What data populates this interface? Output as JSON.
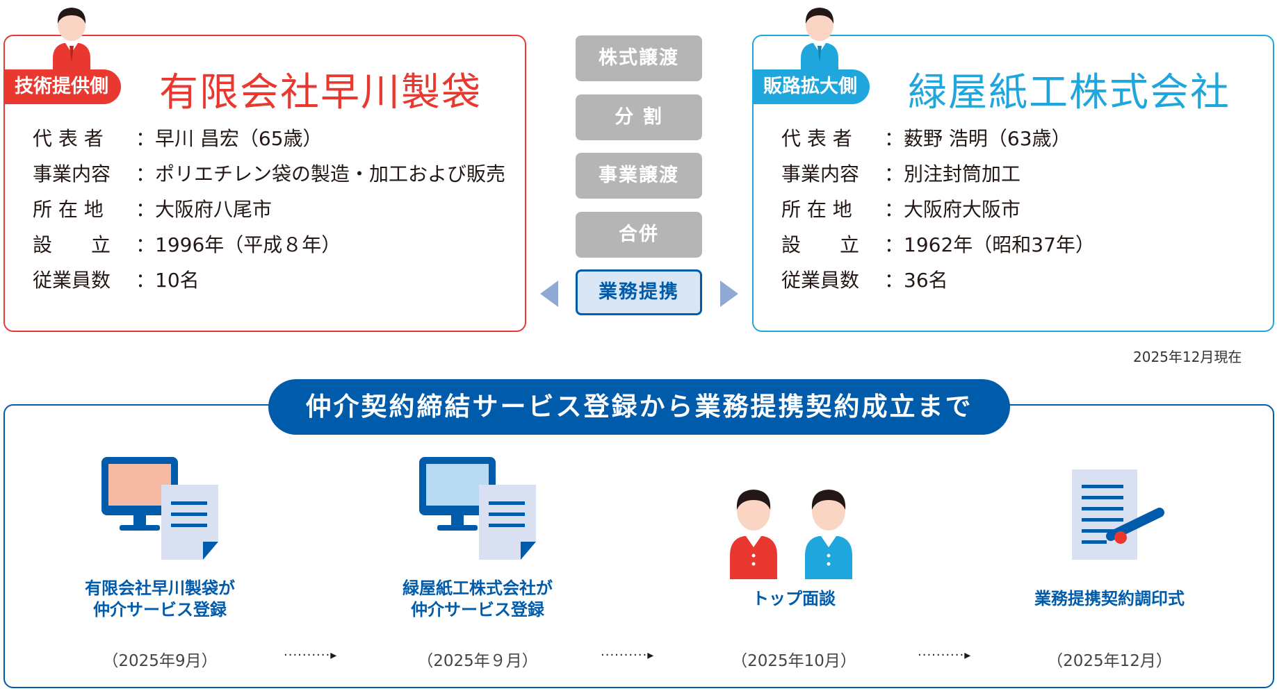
{
  "left_company": {
    "role": "技術提供側",
    "name": "有限会社早川製袋",
    "rows": [
      {
        "label": "代 表 者",
        "value": "早川 昌宏（65歳）"
      },
      {
        "label": "事業内容",
        "value": "ポリエチレン袋の製造・加工および販売"
      },
      {
        "label": "所 在 地",
        "value": "大阪府八尾市"
      },
      {
        "label": "設　　立",
        "value": "1996年（平成８年）"
      },
      {
        "label": "従業員数",
        "value": "10名"
      }
    ]
  },
  "right_company": {
    "role": "販路拡大側",
    "name": "緑屋紙工株式会社",
    "rows": [
      {
        "label": "代 表 者",
        "value": "薮野 浩明（63歳）"
      },
      {
        "label": "事業内容",
        "value": "別注封筒加工"
      },
      {
        "label": "所 在 地",
        "value": "大阪府大阪市"
      },
      {
        "label": "設　　立",
        "value": "1962年（昭和37年）"
      },
      {
        "label": "従業員数",
        "value": "36名"
      }
    ]
  },
  "separator": "：",
  "schemes": [
    {
      "label": "株式譲渡",
      "active": false
    },
    {
      "label": "分 割",
      "active": false
    },
    {
      "label": "事業譲渡",
      "active": false
    },
    {
      "label": "合併",
      "active": false
    },
    {
      "label": "業務提携",
      "active": true
    }
  ],
  "as_of": "2025年12月現在",
  "process": {
    "title": "仲介契約締結サービス登録から業務提携契約成立まで",
    "steps": [
      {
        "label_lines": [
          "有限会社早川製袋が",
          "仲介サービス登録"
        ],
        "date": "（2025年9月）",
        "icon": "computer-document-icon"
      },
      {
        "label_lines": [
          "緑屋紙工株式会社が",
          "仲介サービス登録"
        ],
        "date": "（2025年９月）",
        "icon": "computer-document-icon"
      },
      {
        "label_lines": [
          "トップ面談"
        ],
        "date": "（2025年10月）",
        "icon": "two-people-icon"
      },
      {
        "label_lines": [
          "業務提携契約調印式"
        ],
        "date": "（2025年12月）",
        "icon": "contract-pen-icon"
      }
    ],
    "arrow": "··········▸"
  },
  "colors": {
    "left_accent": "#e8382f",
    "right_accent": "#1ea6dd",
    "process_blue": "#005bab",
    "scheme_gray": "#b5b5b6",
    "active_fill": "#d8e6f5"
  }
}
